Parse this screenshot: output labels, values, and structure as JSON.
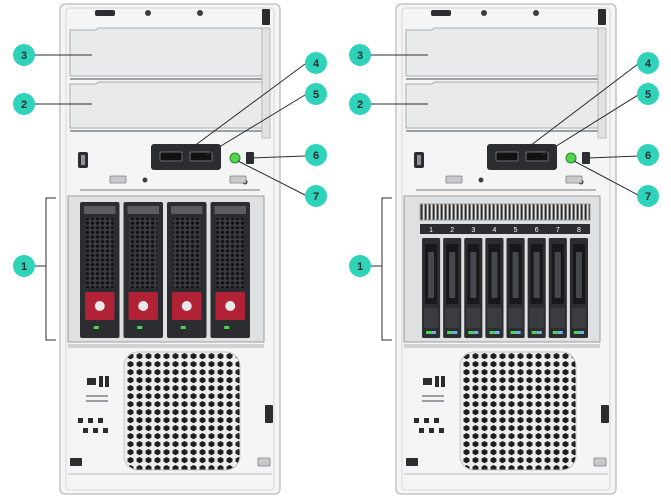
{
  "colors": {
    "callout": "#2fd3ba",
    "chassis": "#f4f4f4",
    "chassis_edge": "#b9bcbf",
    "drive_handle": "#b22236",
    "dark": "#2b2d30",
    "led_green": "#4fd44f"
  },
  "servers": [
    {
      "name": "lff-4-bay",
      "callouts": [
        {
          "label": "3"
        },
        {
          "label": "2"
        },
        {
          "label": "4"
        },
        {
          "label": "5"
        },
        {
          "label": "6"
        },
        {
          "label": "7"
        },
        {
          "label": "1"
        }
      ],
      "drive_slots": 4,
      "slot_numbers": []
    },
    {
      "name": "sff-8-bay",
      "callouts": [
        {
          "label": "3"
        },
        {
          "label": "2"
        },
        {
          "label": "4"
        },
        {
          "label": "5"
        },
        {
          "label": "6"
        },
        {
          "label": "7"
        },
        {
          "label": "1"
        }
      ],
      "drive_slots": 8,
      "slot_numbers": [
        "1",
        "2",
        "3",
        "4",
        "5",
        "6",
        "7",
        "8"
      ]
    }
  ]
}
